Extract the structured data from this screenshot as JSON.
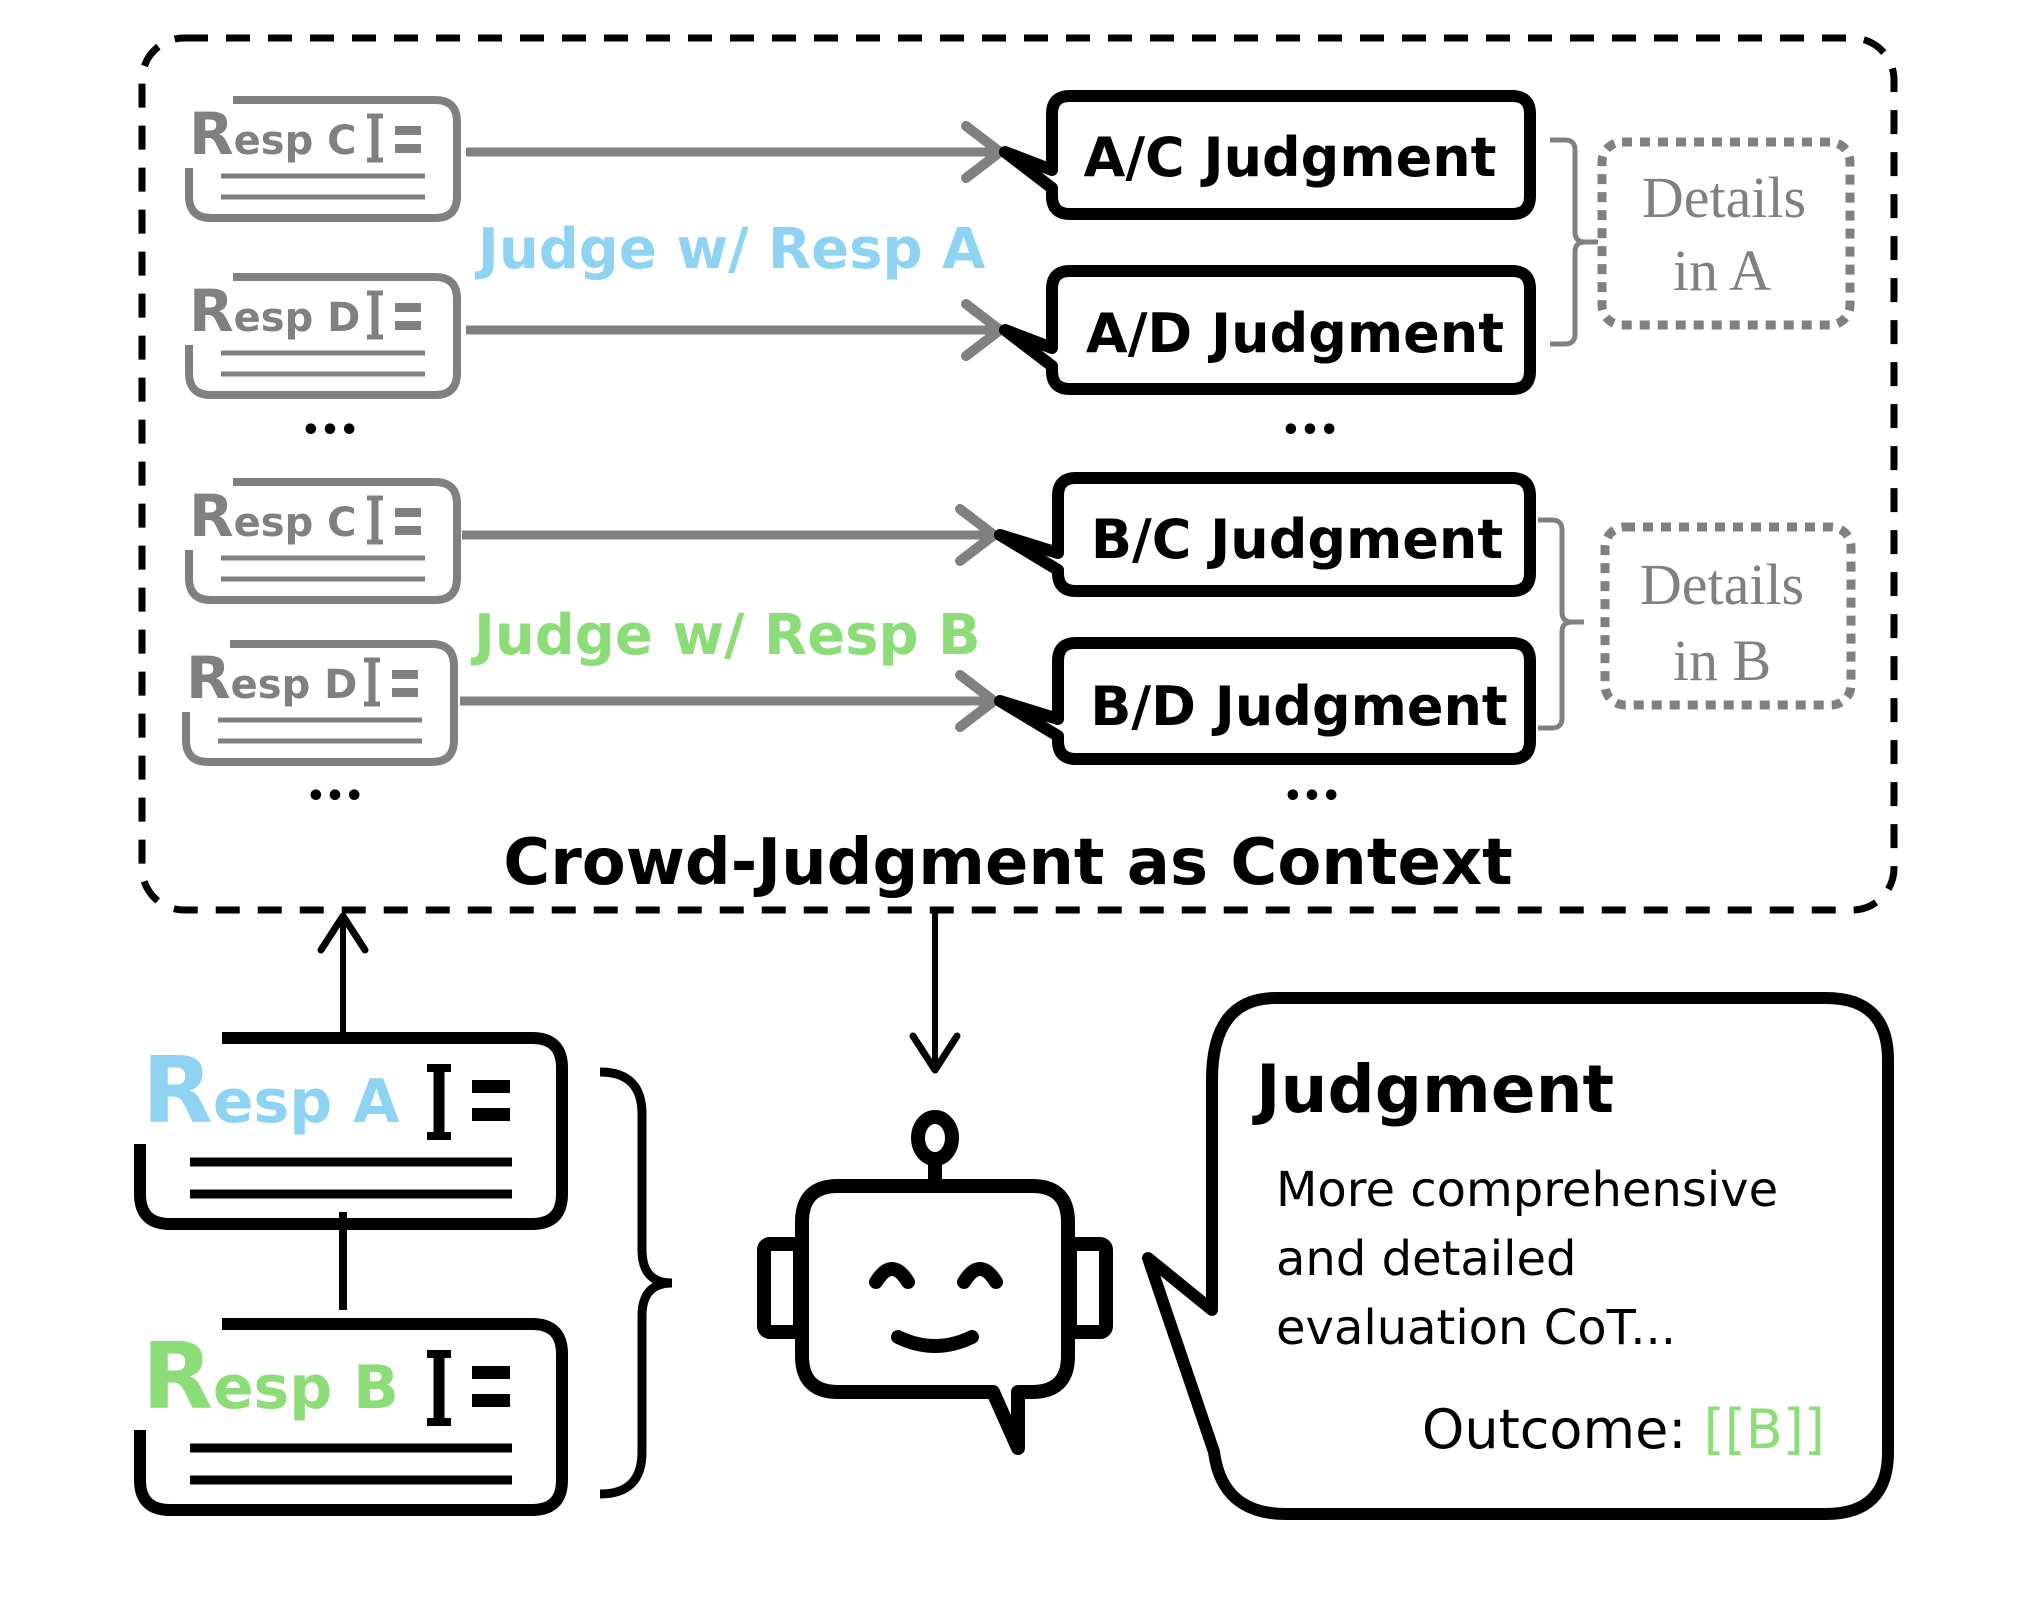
{
  "context_box": {
    "title": "Crowd-Judgment as Context"
  },
  "groups": [
    {
      "label": "Judge w/ Resp A",
      "label_color": "#8fd3f2",
      "responses": [
        {
          "letter": "R",
          "rest": "esp C"
        },
        {
          "letter": "R",
          "rest": "esp D"
        }
      ],
      "judgments": [
        "A/C Judgment",
        "A/D Judgment"
      ],
      "details": {
        "line1": "Details",
        "line2": "in A"
      },
      "ellipsis": "•••"
    },
    {
      "label": "Judge w/ Resp B",
      "label_color": "#8cdc78",
      "responses": [
        {
          "letter": "R",
          "rest": "esp C"
        },
        {
          "letter": "R",
          "rest": "esp D"
        }
      ],
      "judgments": [
        "B/C Judgment",
        "B/D Judgment"
      ],
      "details": {
        "line1": "Details",
        "line2": "in B"
      },
      "ellipsis": "•••"
    }
  ],
  "inputs": [
    {
      "letter": "R",
      "rest": "esp A",
      "color": "#8fd3f2"
    },
    {
      "letter": "R",
      "rest": "esp B",
      "color": "#8cdc78"
    }
  ],
  "output": {
    "title": "Judgment",
    "body_lines": [
      "More comprehensive",
      "and detailed",
      "evaluation CoT..."
    ],
    "outcome_label": "Outcome:",
    "outcome_value": "[[B]]",
    "outcome_color": "#8cdc78"
  },
  "icons": {
    "robot": "robot-icon",
    "response_doc": "document-icon",
    "text_cursor": "text-cursor-icon"
  },
  "colors": {
    "gray": "#808080",
    "black": "#000000"
  }
}
